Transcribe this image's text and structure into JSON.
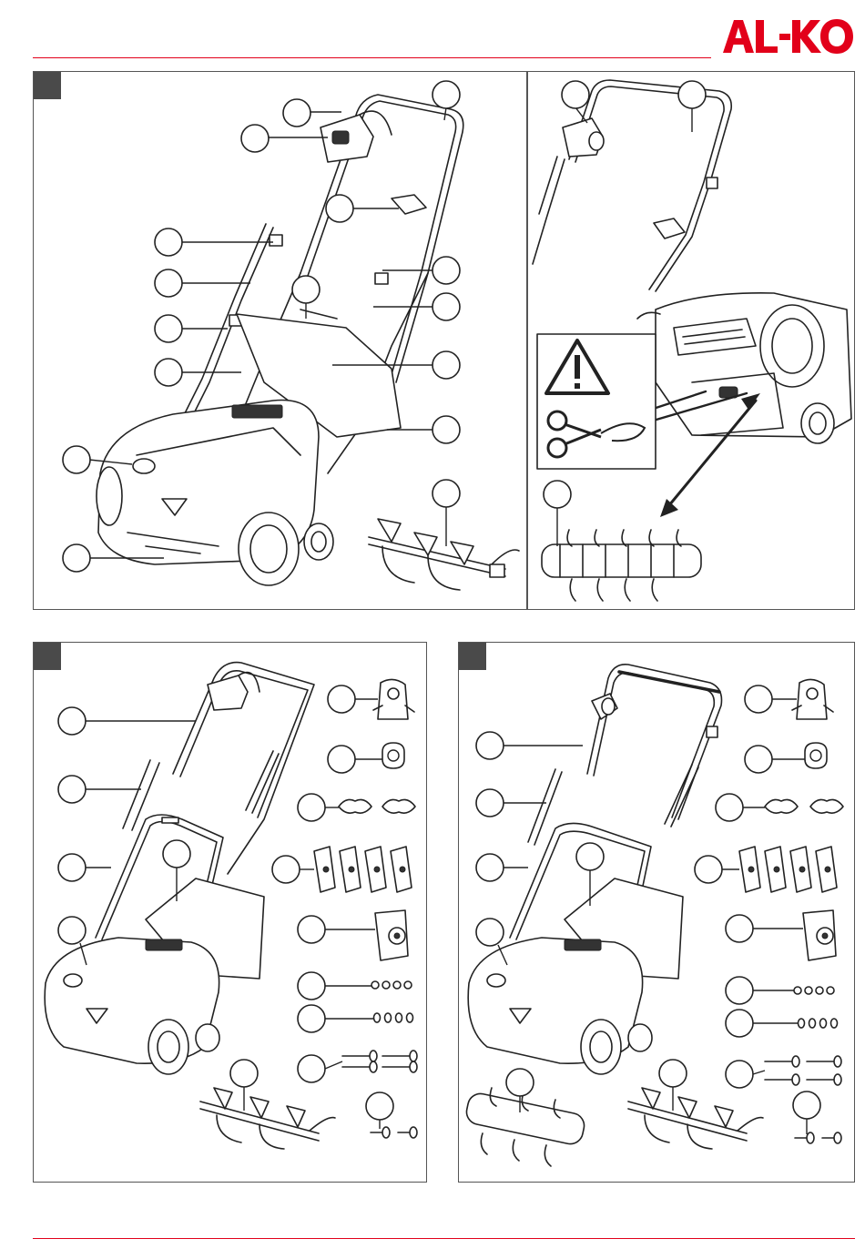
{
  "brand": {
    "logo_text": "AL-KO",
    "accent_color": "#e2001a"
  },
  "figures": [
    {
      "panel": "overview",
      "icon": "scarifier-assembled-with-callouts"
    },
    {
      "panel": "detail",
      "icon": "cable-tie-cut-warning"
    },
    {
      "panel": "contents-a",
      "icon": "package-contents-tine-roller"
    },
    {
      "panel": "contents-b",
      "icon": "package-contents-two-rollers"
    }
  ],
  "warning": {
    "icon": "warning-triangle-icon",
    "tool_icon": "scissors-icon"
  }
}
